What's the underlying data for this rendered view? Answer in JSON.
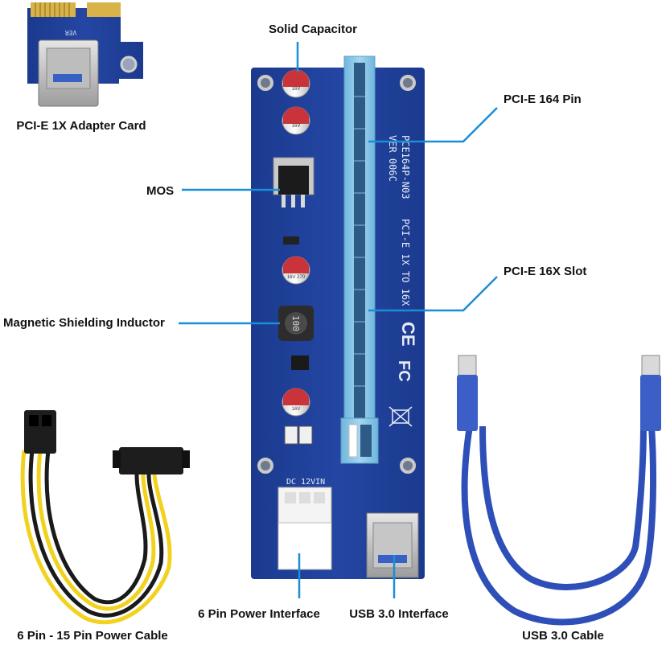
{
  "labels": {
    "adapter_card": "PCI-E 1X Adapter Card",
    "solid_capacitor": "Solid Capacitor",
    "pcie_164_pin": "PCI-E 164 Pin",
    "mos": "MOS",
    "pcie_16x_slot": "PCI-E 16X Slot",
    "magnetic_inductor": "Magnetic Shielding Inductor",
    "power_cable": "6 Pin - 15 Pin Power Cable",
    "power_interface": "6 Pin Power Interface",
    "usb_interface": "USB 3.0 Interface",
    "usb_cable": "USB 3.0 Cable"
  },
  "board_text": {
    "model": "PCE164P-N03",
    "version": "VER 006C",
    "description": "PCI-E 1X TO 16X",
    "dc_label": "DC 12VIN",
    "inductor_code": "100",
    "cap_text": "16V 270",
    "ce_mark": "CE",
    "fc_mark": "FC"
  },
  "colors": {
    "pcb": "#1d3f97",
    "slot": "#8cc8e8",
    "callout_line": "#1a8ed6",
    "cable": "#2f4fb8"
  }
}
